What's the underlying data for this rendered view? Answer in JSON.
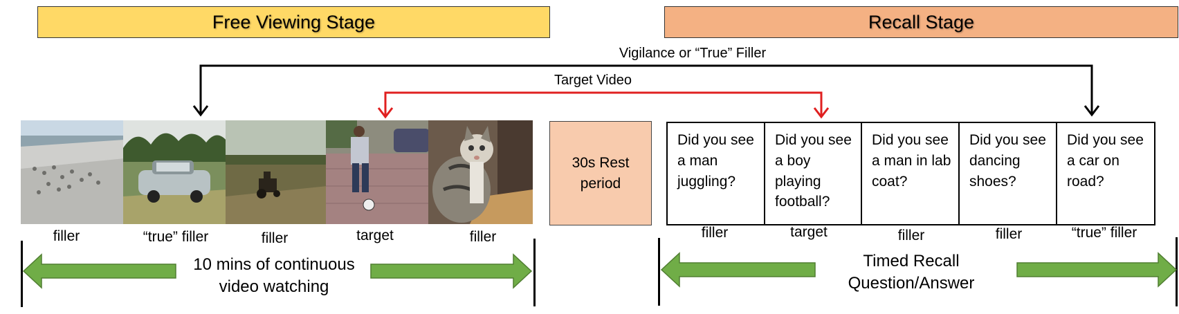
{
  "stages": {
    "free_viewing": {
      "label": "Free Viewing Stage",
      "color": "#FFD966"
    },
    "recall": {
      "label": "Recall Stage",
      "color": "#F4B183"
    }
  },
  "connectors": {
    "vigilance": {
      "label": "Vigilance or “True” Filler",
      "color": "#000000"
    },
    "target": {
      "label": "Target Video",
      "color": "#E02020"
    }
  },
  "videos": [
    {
      "caption": "filler",
      "scene": "beach with seagulls"
    },
    {
      "caption": "“true” filler",
      "scene": "vintage car"
    },
    {
      "caption": "filler",
      "scene": "tractor in field"
    },
    {
      "caption": "target",
      "scene": "boy playing football"
    },
    {
      "caption": "filler",
      "scene": "cat"
    }
  ],
  "rest": {
    "label_line1": "30s Rest",
    "label_line2": "period",
    "color": "#F8CBAD"
  },
  "questions": [
    {
      "text": "Did you see a man juggling?",
      "caption": "filler"
    },
    {
      "text": "Did you see a boy playing football?",
      "caption": "target"
    },
    {
      "text": "Did you see a man in lab coat?",
      "caption": "filler"
    },
    {
      "text": "Did you see dancing shoes?",
      "caption": "filler"
    },
    {
      "text": "Did you see a car on road?",
      "caption": "“true” filler"
    }
  ],
  "timelines": {
    "left": {
      "line1": "10 mins of continuous",
      "line2": "video watching"
    },
    "right": {
      "line1": "Timed Recall",
      "line2": "Question/Answer"
    },
    "arrow_color": "#70AD47"
  }
}
